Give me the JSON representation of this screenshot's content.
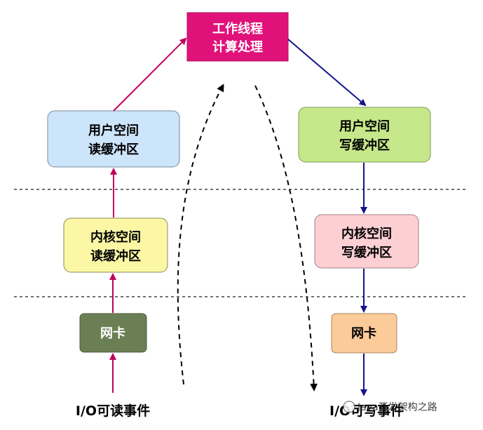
{
  "diagram": {
    "worker": {
      "line1": "工作线程",
      "line2": "计算处理"
    },
    "user_read_buffer": {
      "line1": "用户空间",
      "line2": "读缓冲区"
    },
    "kernel_read_buffer": {
      "line1": "内核空间",
      "line2": "读缓冲区"
    },
    "nic_read": {
      "label": "网卡"
    },
    "user_write_buffer": {
      "line1": "用户空间",
      "line2": "写缓冲区"
    },
    "kernel_write_buffer": {
      "line1": "内核空间",
      "line2": "写缓冲区"
    },
    "nic_write": {
      "label": "网卡"
    },
    "read_event": "I/O可读事件",
    "write_event": "I/O可写事件",
    "watermark": "Java开发架构之路"
  },
  "colors": {
    "worker_fill": "#E0127A",
    "user_read_fill": "#CDE5FB",
    "kernel_read_fill": "#FBF7A5",
    "nic_read_fill": "#6B7F55",
    "user_write_fill": "#C6E88A",
    "kernel_write_fill": "#FCCFD3",
    "nic_write_fill": "#FCCB9A",
    "read_arrow": "#C0005E",
    "write_arrow": "#14148A"
  }
}
